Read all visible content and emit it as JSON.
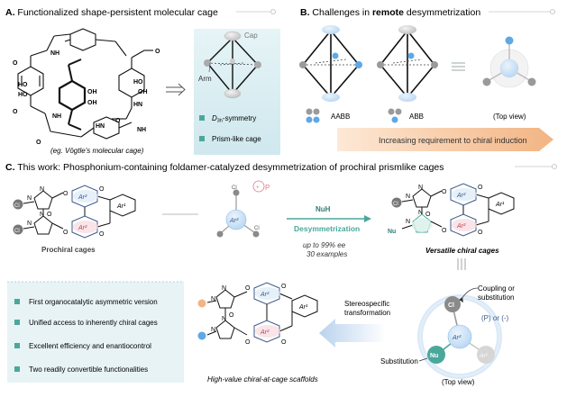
{
  "panelA": {
    "label": "A.",
    "title": "Functionalized shape-persistent molecular cage",
    "atoms": {
      "nh": "NH",
      "hn": "HN",
      "ho": "HO",
      "oh": "OH",
      "o": "O"
    },
    "caption": "(eg. Vögtle's molecular cage)",
    "cap_label": "Cap",
    "arm_label": "Arm",
    "legend": [
      {
        "text": "D3h-symmetry",
        "main": "D",
        "sub": "3h",
        "rest": "-symmetry",
        "color": "#4aa89b"
      },
      {
        "text": "Prism-like cage",
        "color": "#4aa89b"
      }
    ]
  },
  "panelB": {
    "label": "B.",
    "title_pre": "Challenges in ",
    "title_bold": "remote",
    "title_post": " desymmetrization",
    "aabb": "AABB",
    "abb": "ABB",
    "top_view": "(Top view)",
    "arrow_text": "Increasing requirement to chiral induction"
  },
  "panelC": {
    "label": "C.",
    "title": "This work: Phosphonium-containing foldamer-catalyzed desymmetrization of prochiral prismlike cages",
    "atoms": {
      "n": "N",
      "o": "O",
      "cl": "Cl",
      "nu": "Nu",
      "ar1": "Ar¹",
      "ar2": "Ar²",
      "p": "P"
    },
    "prochiral": "Prochiral cages",
    "reagent": "NuH",
    "process": "Desymmetrization",
    "ee": "up to 99% ee",
    "examples": "30 examples",
    "versatile": "Versatile chiral cages",
    "highvalue": "High-value chiral-at-cage scaffolds",
    "stereo1": "Stereospecific",
    "stereo2": "transformation",
    "coupling1": "Coupling or",
    "coupling2": "substitution",
    "p_or_m": "(P) or (-)",
    "substitution": "Substitution",
    "top_view": "(Top view)",
    "features": [
      "First organocatalytic asymmetric version",
      "Unified access to inherently chiral cages",
      "Excellent efficiency and enantiocontrol",
      "Two readily convertible functionalities"
    ]
  },
  "colors": {
    "teal": "#4aa89b",
    "blue": "#5ea8e6",
    "orange": "#f2b483",
    "lightblue": "#dbe9f7",
    "gray": "#c8c8c8",
    "navy": "#3d5a8a",
    "pink": "#e07a8a"
  }
}
